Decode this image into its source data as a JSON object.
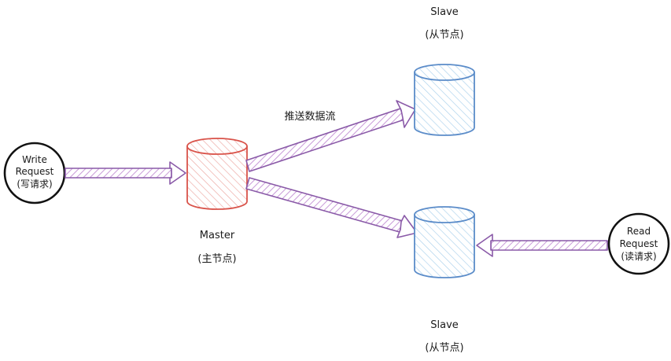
{
  "nodes": {
    "write_request": {
      "line1": "Write",
      "line2": "Request",
      "line3": "(写请求)"
    },
    "read_request": {
      "line1": "Read",
      "line2": "Request",
      "line3": "(读请求)"
    },
    "master": {
      "label": "Master",
      "sublabel": "(主节点)"
    },
    "slave_top": {
      "label": "Slave",
      "sublabel": "(从节点)"
    },
    "slave_bottom": {
      "label": "Slave",
      "sublabel": "(从节点)"
    }
  },
  "edges": {
    "push_label": "推送数据流"
  },
  "colors": {
    "master": "#d9534a",
    "slave": "#5b8cc9",
    "arrow": "#8a5aa8",
    "circle": "#111111"
  }
}
